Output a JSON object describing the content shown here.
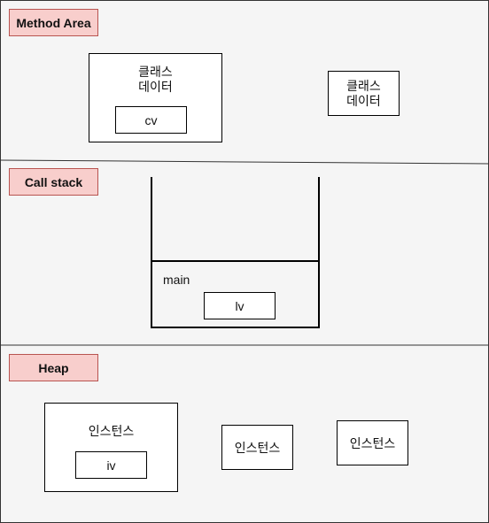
{
  "method_area": {
    "title": "Method Area",
    "class_data_1": "클래스\n데이터",
    "cv": "cv",
    "class_data_2": "클래스\n데이터"
  },
  "call_stack": {
    "title": "Call stack",
    "frame_label": "main",
    "lv": "lv"
  },
  "heap": {
    "title": "Heap",
    "instance_1": "인스턴스",
    "iv": "iv",
    "instance_2": "인스턴스",
    "instance_3": "인스턴스"
  },
  "colors": {
    "tag_fill": "#f8cecc",
    "tag_border": "#b85450",
    "background": "#f5f5f5"
  }
}
